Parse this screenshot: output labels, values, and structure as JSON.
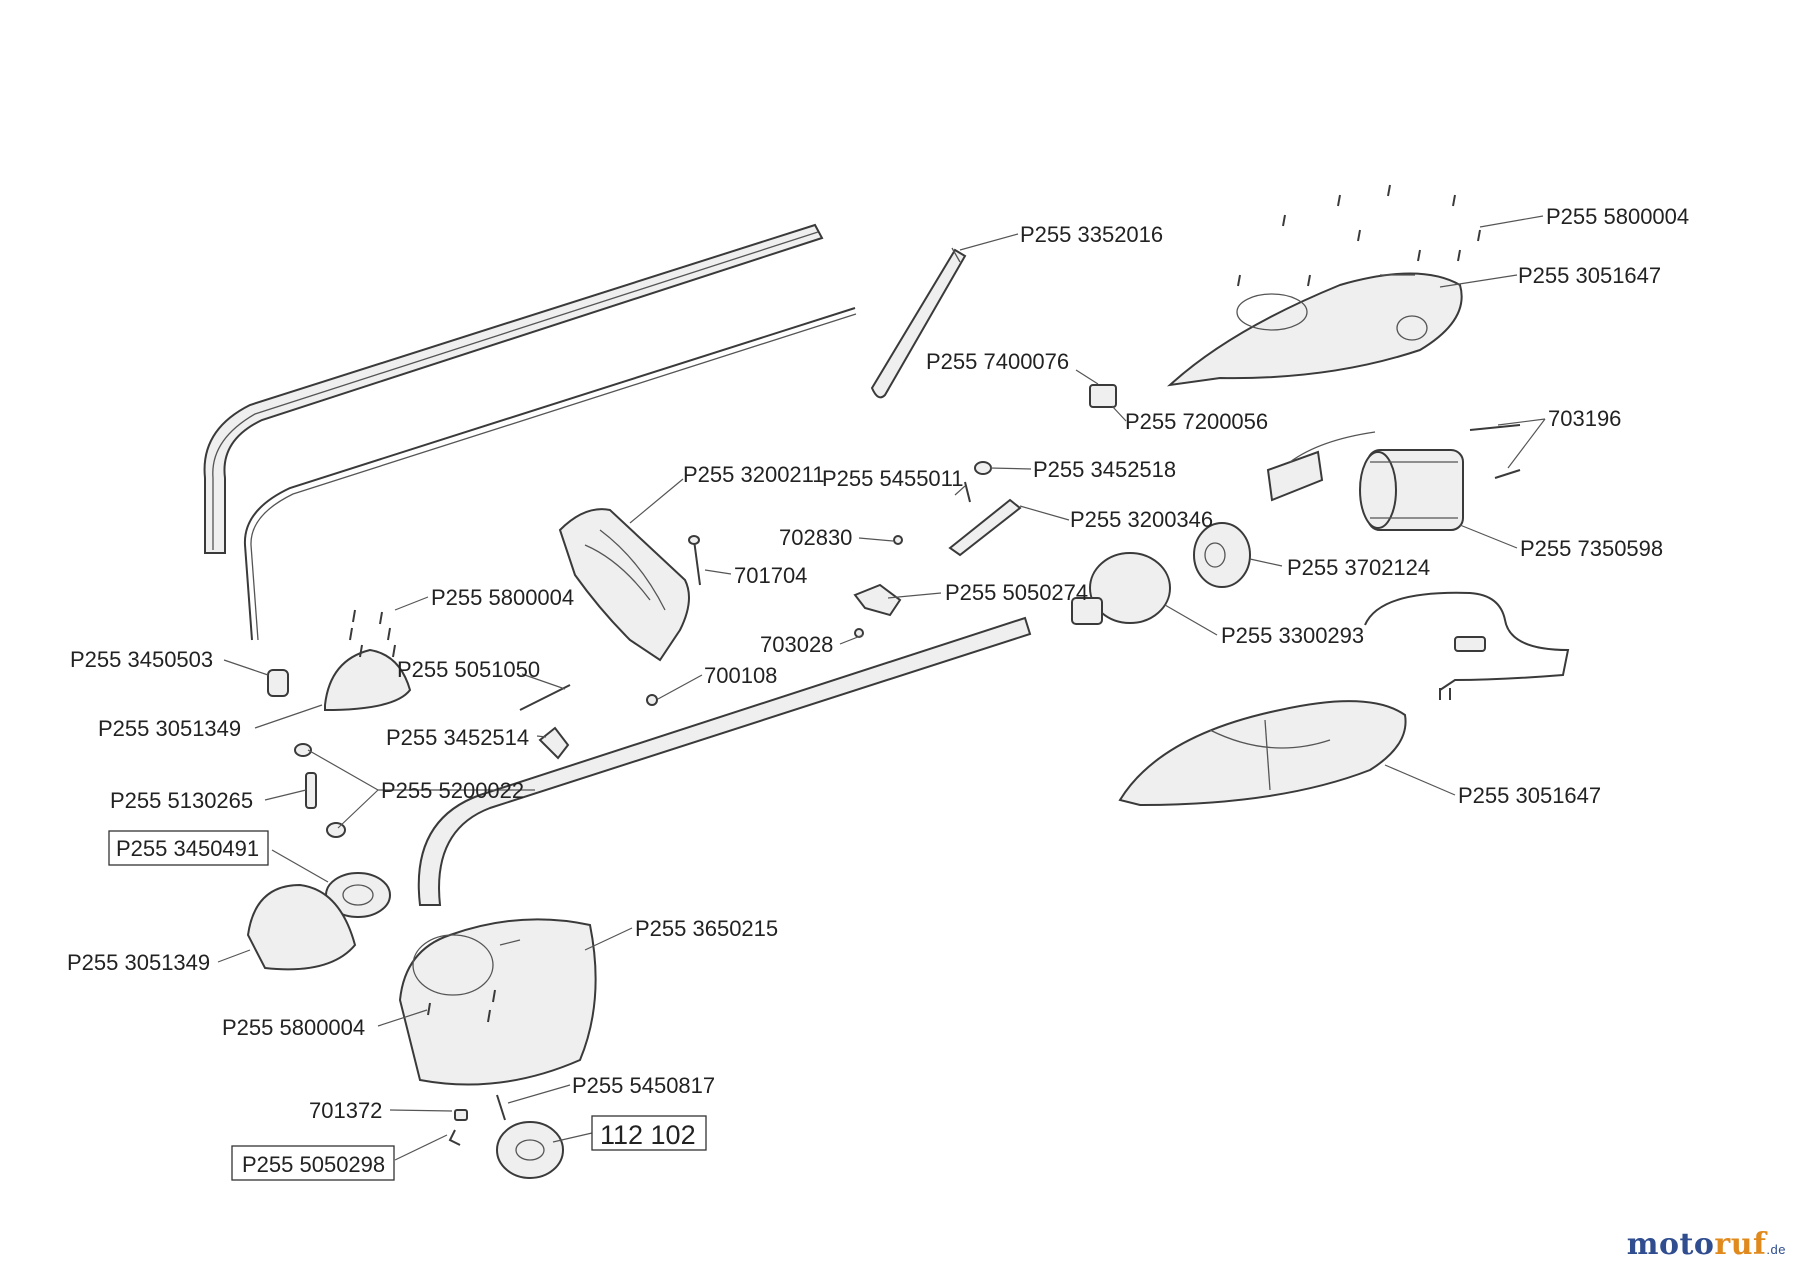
{
  "labels": {
    "p3352016": "P255 3352016",
    "p5800004_top": "P255 5800004",
    "p3051647_top": "P255 3051647",
    "p7400076": "P255 7400076",
    "p7200056": "P255 7200056",
    "n703196": "703196",
    "p3200211": "P255 3200211",
    "p5455011": "P255 5455011",
    "p3452518": "P255 3452518",
    "p3200346": "P255 3200346",
    "n702830": "702830",
    "n701704": "701704",
    "p3702124": "P255 3702124",
    "p7350598": "P255 7350598",
    "p5800004_mid": "P255 5800004",
    "p5050274": "P255 5050274",
    "p3300293": "P255 3300293",
    "p3450503": "P255 3450503",
    "n703028": "703028",
    "p5051050": "P255 5051050",
    "n700108": "700108",
    "p3051349_upper": "P255 3051349",
    "p3452514": "P255 3452514",
    "p5130265": "P255 5130265",
    "p5200022": "P255 5200022",
    "p3051647_lower": "P255 3051647",
    "p3450491": "P255 3450491",
    "p3650215": "P255 3650215",
    "p3051349_lower": "P255 3051349",
    "p5800004_low": "P255 5800004",
    "p5450817": "P255 5450817",
    "n701372": "701372",
    "n112102": "112 102",
    "p5050298": "P255 5050298"
  },
  "watermark": {
    "part1": "moto",
    "part2": "ruf",
    "part3": ".de"
  }
}
